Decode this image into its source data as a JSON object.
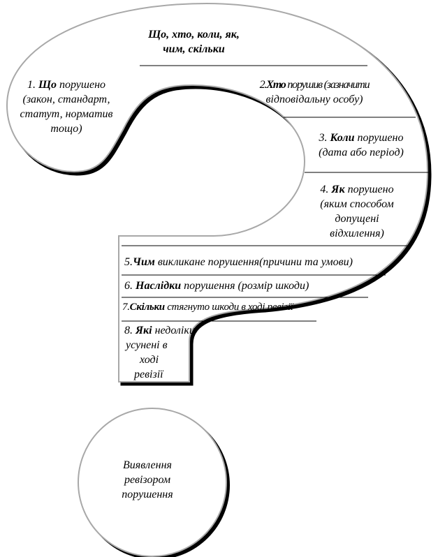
{
  "header": {
    "line1": "Що, хто, коли, як,",
    "line2": "чим, скільки"
  },
  "items": [
    {
      "num": "1.",
      "key": "Що",
      "rest": "порушено",
      "lines": [
        "(закон, стандарт,",
        "статут, норматив",
        "тощо)"
      ]
    },
    {
      "num": "2.",
      "key": "Хто",
      "rest": "порушив (зазначити",
      "lines": [
        "відповідальну особу)"
      ]
    },
    {
      "num": "3.",
      "key": "Коли",
      "rest": "порушено",
      "lines": [
        "(дата або період)"
      ]
    },
    {
      "num": "4.",
      "key": "Як",
      "rest": "порушено",
      "lines": [
        "(яким способом",
        "допущені",
        "відхилення)"
      ]
    },
    {
      "num": "5.",
      "key": "Чим",
      "rest": "викликане порушення(причини та умови)",
      "lines": []
    },
    {
      "num": "6.",
      "key": "Наслідки",
      "rest": "порушення (розмір шкоди)",
      "lines": []
    },
    {
      "num": "7.",
      "key": "Скільки",
      "rest": "стягнуто шкоди в ході ревізії",
      "lines": []
    },
    {
      "num": "8.",
      "key": "Які",
      "rest": "недоліки",
      "lines": [
        "усунені в",
        "ході",
        "ревізії"
      ]
    }
  ],
  "circle": {
    "lines": [
      "Виявлення",
      "ревізором",
      "порушення"
    ]
  },
  "colors": {
    "outline": "#a8a8a8",
    "shadow": "#000000",
    "divider": "#000000",
    "text": "#000000"
  }
}
